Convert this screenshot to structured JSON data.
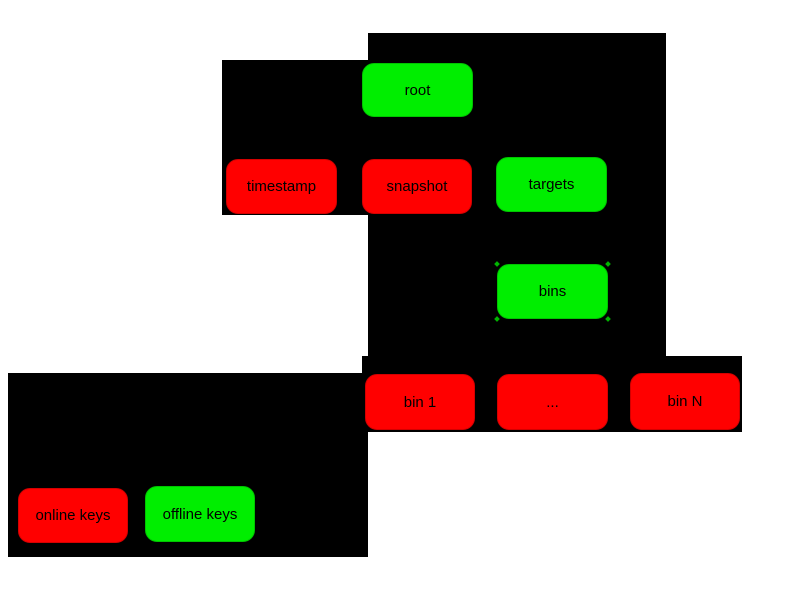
{
  "nodes": {
    "root": "root",
    "timestamp": "timestamp",
    "snapshot": "snapshot",
    "targets": "targets",
    "bins": "bins",
    "bin_1": "bin 1",
    "bin_ellipsis": "...",
    "bin_n": "bin N"
  },
  "legend": {
    "online_keys": "online keys",
    "offline_keys": "offline keys"
  },
  "colors": {
    "online_key_node": "#ff0000",
    "offline_key_node": "#00ee00",
    "region_background": "#000000",
    "page_background": "#ffffff",
    "node_text": "#000000"
  }
}
